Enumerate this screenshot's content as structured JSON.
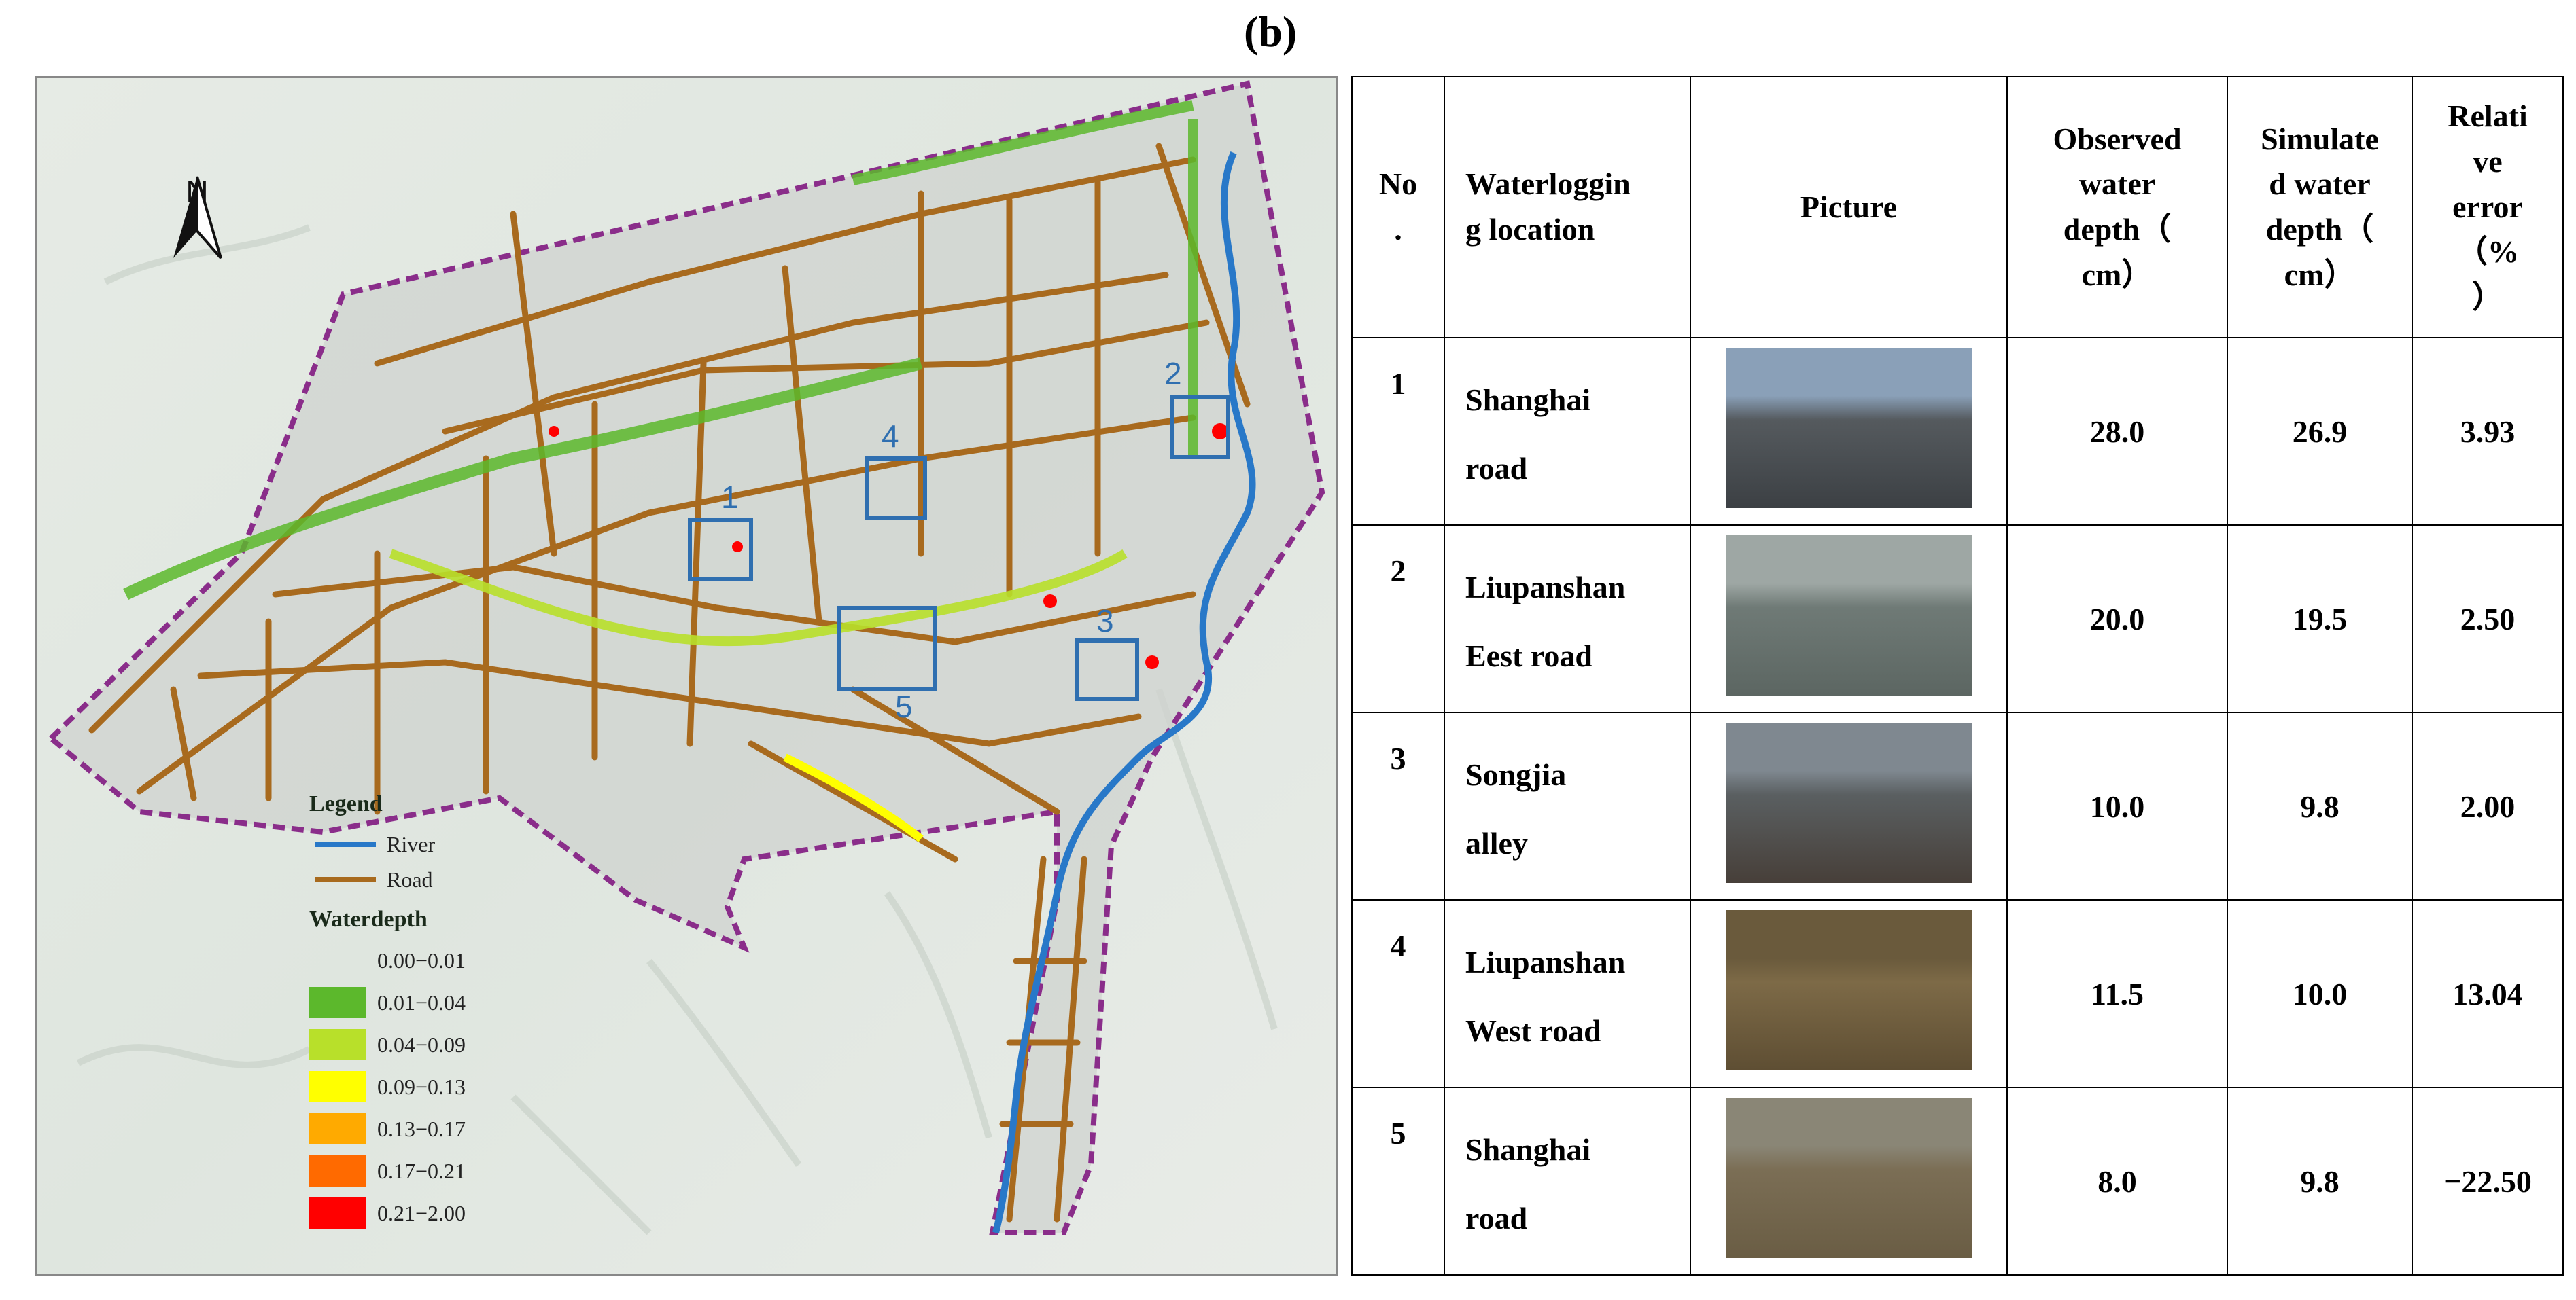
{
  "figure_label": "(b)",
  "map": {
    "north_label": "N",
    "site_labels": [
      "1",
      "2",
      "3",
      "4",
      "5"
    ],
    "legend": {
      "title": "Legend",
      "river_label": "River",
      "road_label": "Road",
      "waterdepth_title": "Waterdepth",
      "classes": [
        {
          "label": "0.00−0.01",
          "color": "none"
        },
        {
          "label": "0.01−0.04",
          "color": "#5cb82c"
        },
        {
          "label": "0.04−0.09",
          "color": "#b8e02a"
        },
        {
          "label": "0.09−0.13",
          "color": "#ffff00"
        },
        {
          "label": "0.13−0.17",
          "color": "#ffaa00"
        },
        {
          "label": "0.17−0.21",
          "color": "#ff6a00"
        },
        {
          "label": "0.21−2.00",
          "color": "#ff0000"
        }
      ]
    },
    "colors": {
      "river": "#2878c8",
      "road": "#a86a1e",
      "boundary": "#8a2d8a",
      "site_box": "#2f6fb0"
    }
  },
  "table": {
    "headers": {
      "no": "No\n.",
      "location": "Waterloggin\ng location",
      "picture": "Picture",
      "observed": "Observed\nwater\ndepth（\ncm）",
      "simulated": "Simulate\nd water\ndepth（\ncm）",
      "error": "Relati\nve\nerror\n（%\n）"
    },
    "rows": [
      {
        "no": "1",
        "location": "Shanghai\nroad",
        "observed": "28.0",
        "simulated": "26.9",
        "error": "3.93",
        "photo": "flooded-street-photo"
      },
      {
        "no": "2",
        "location": "Liupanshan\nEest road",
        "observed": "20.0",
        "simulated": "19.5",
        "error": "2.50",
        "photo": "flooded-street-photo"
      },
      {
        "no": "3",
        "location": "Songjia\nalley",
        "observed": "10.0",
        "simulated": "9.8",
        "error": "2.00",
        "photo": "flooded-street-photo"
      },
      {
        "no": "4",
        "location": "Liupanshan\nWest road",
        "observed": "11.5",
        "simulated": "10.0",
        "error": "13.04",
        "photo": "flooded-street-photo"
      },
      {
        "no": "5",
        "location": "Shanghai\nroad",
        "observed": "8.0",
        "simulated": "9.8",
        "error": "−22.50",
        "photo": "flooded-street-photo"
      }
    ]
  }
}
